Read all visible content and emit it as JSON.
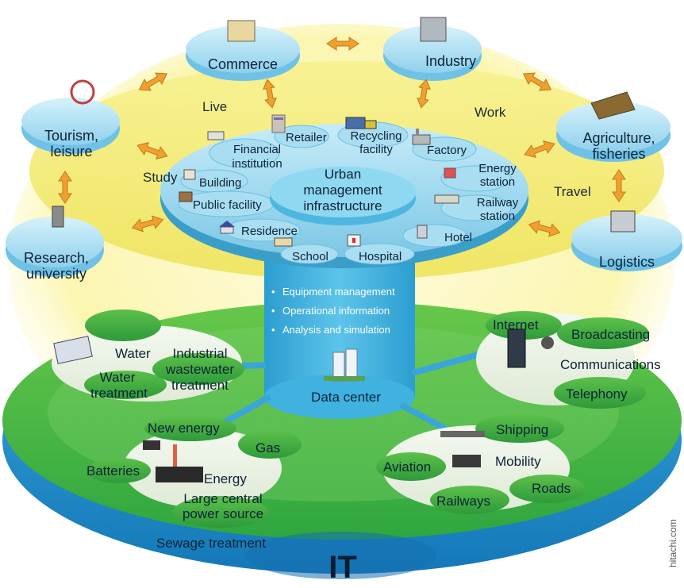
{
  "outer_nodes": {
    "commerce": "Commerce",
    "industry": "Industry",
    "tourism_line1": "Tourism,",
    "tourism_line2": "leisure",
    "agriculture_line1": "Agriculture,",
    "agriculture_line2": "fisheries",
    "research_line1": "Research,",
    "research_line2": "university",
    "logistics": "Logistics"
  },
  "ring_words": {
    "live": "Live",
    "work": "Work",
    "study": "Study",
    "travel": "Travel"
  },
  "inner_disc": {
    "center_line1": "Urban",
    "center_line2": "management",
    "center_line3": "infrastructure",
    "retailer": "Retailer",
    "recycling_line1": "Recycling",
    "recycling_line2": "facility",
    "factory": "Factory",
    "financial_line1": "Financial",
    "financial_line2": "institution",
    "building": "Building",
    "public_facility": "Public facility",
    "energy_station_line1": "Energy",
    "energy_station_line2": "station",
    "railway_station_line1": "Railway",
    "railway_station_line2": "station",
    "residence": "Residence",
    "hotel": "Hotel",
    "school": "School",
    "hospital": "Hospital"
  },
  "pillar": {
    "bullets": [
      "Equipment management",
      "Operational information",
      "Analysis and simulation"
    ],
    "data_center": "Data center"
  },
  "base": {
    "water": "Water",
    "industrial_line1": "Industrial",
    "industrial_line2": "wastewater",
    "industrial_line3": "treatment",
    "water_treatment_line1": "Water",
    "water_treatment_line2": "treatment",
    "new_energy": "New energy",
    "gas": "Gas",
    "batteries": "Batteries",
    "energy": "Energy",
    "central_line1": "Large central",
    "central_line2": "power source",
    "sewage": "Sewage treatment",
    "internet": "Internet",
    "broadcasting": "Broadcasting",
    "communications": "Communications",
    "telephony": "Telephony",
    "shipping": "Shipping",
    "aviation": "Aviation",
    "mobility": "Mobility",
    "roads": "Roads",
    "railways": "Railways",
    "it": "IT"
  },
  "watermark": "hitachi.com",
  "colors": {
    "green_base": "#3fb84a",
    "blue_rim": "#1c8fd0",
    "disc_blue": "#8fd3ee",
    "pillar_blue": "#3fb2e0",
    "ring_yellow": "#f3ee7a",
    "arrow_orange": "#f0a030"
  }
}
